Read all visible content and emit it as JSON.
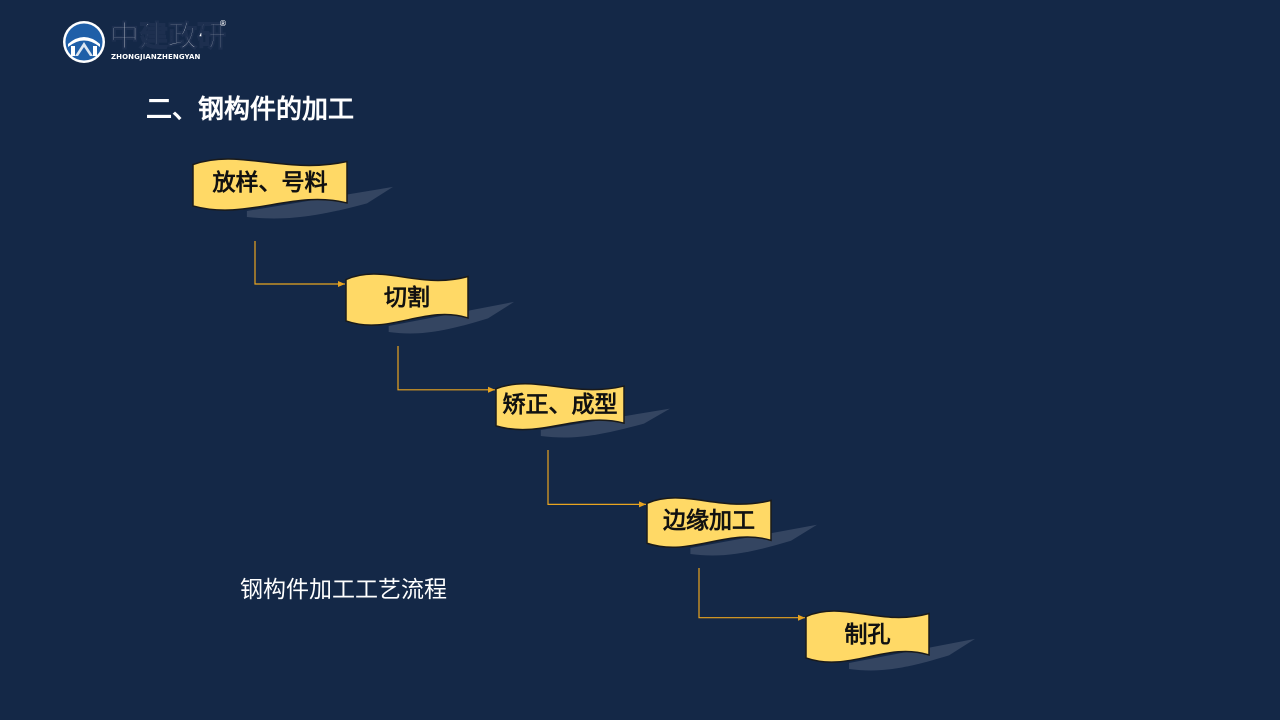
{
  "logo": {
    "name": "中建政研",
    "name_sub": "ZHONGJIANZHENGYAN",
    "registered": "®"
  },
  "title": "二、钢构件的加工",
  "caption": "钢构件加工工艺流程",
  "steps": [
    {
      "label": "放样、号料"
    },
    {
      "label": "切割"
    },
    {
      "label": "矫正、成型"
    },
    {
      "label": "边缘加工"
    },
    {
      "label": "制孔"
    }
  ],
  "colors": {
    "background": "#142847",
    "banner_fill": "#ffd966",
    "banner_border": "#1a1a1a",
    "shadow": "#3a4a66",
    "connector": "#e8a420",
    "text": "#ffffff"
  }
}
